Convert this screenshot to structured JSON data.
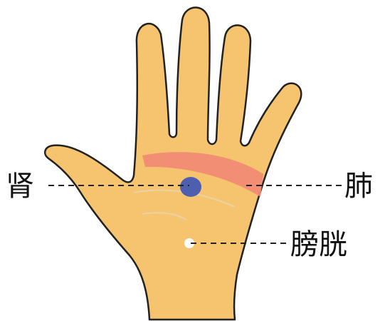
{
  "labels": {
    "kidney": "肾",
    "lung": "肺",
    "bladder": "膀胱"
  },
  "colors": {
    "hand_fill": "#F6C46E",
    "outline": "#222222",
    "lung_band": "#F08B74",
    "kidney_dot": "#4F5FB0",
    "bladder_dot": "#FFFFFF",
    "leader_line": "#222222"
  }
}
